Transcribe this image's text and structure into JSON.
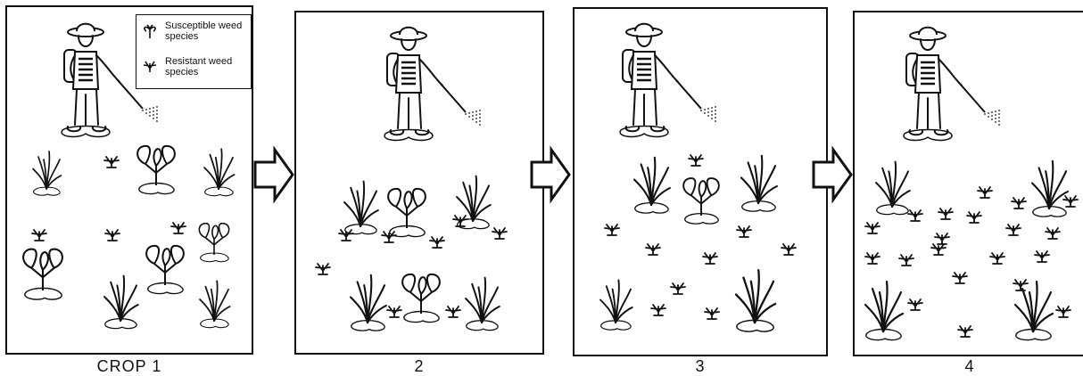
{
  "panels": [
    {
      "label": "CROP 1"
    },
    {
      "label": "2"
    },
    {
      "label": "3"
    },
    {
      "label": "4"
    }
  ],
  "legend": {
    "susceptible": "Susceptible weed species",
    "resistant": "Resistant weed species"
  },
  "colors": {
    "ink": "#111111",
    "paper": "#ffffff"
  }
}
